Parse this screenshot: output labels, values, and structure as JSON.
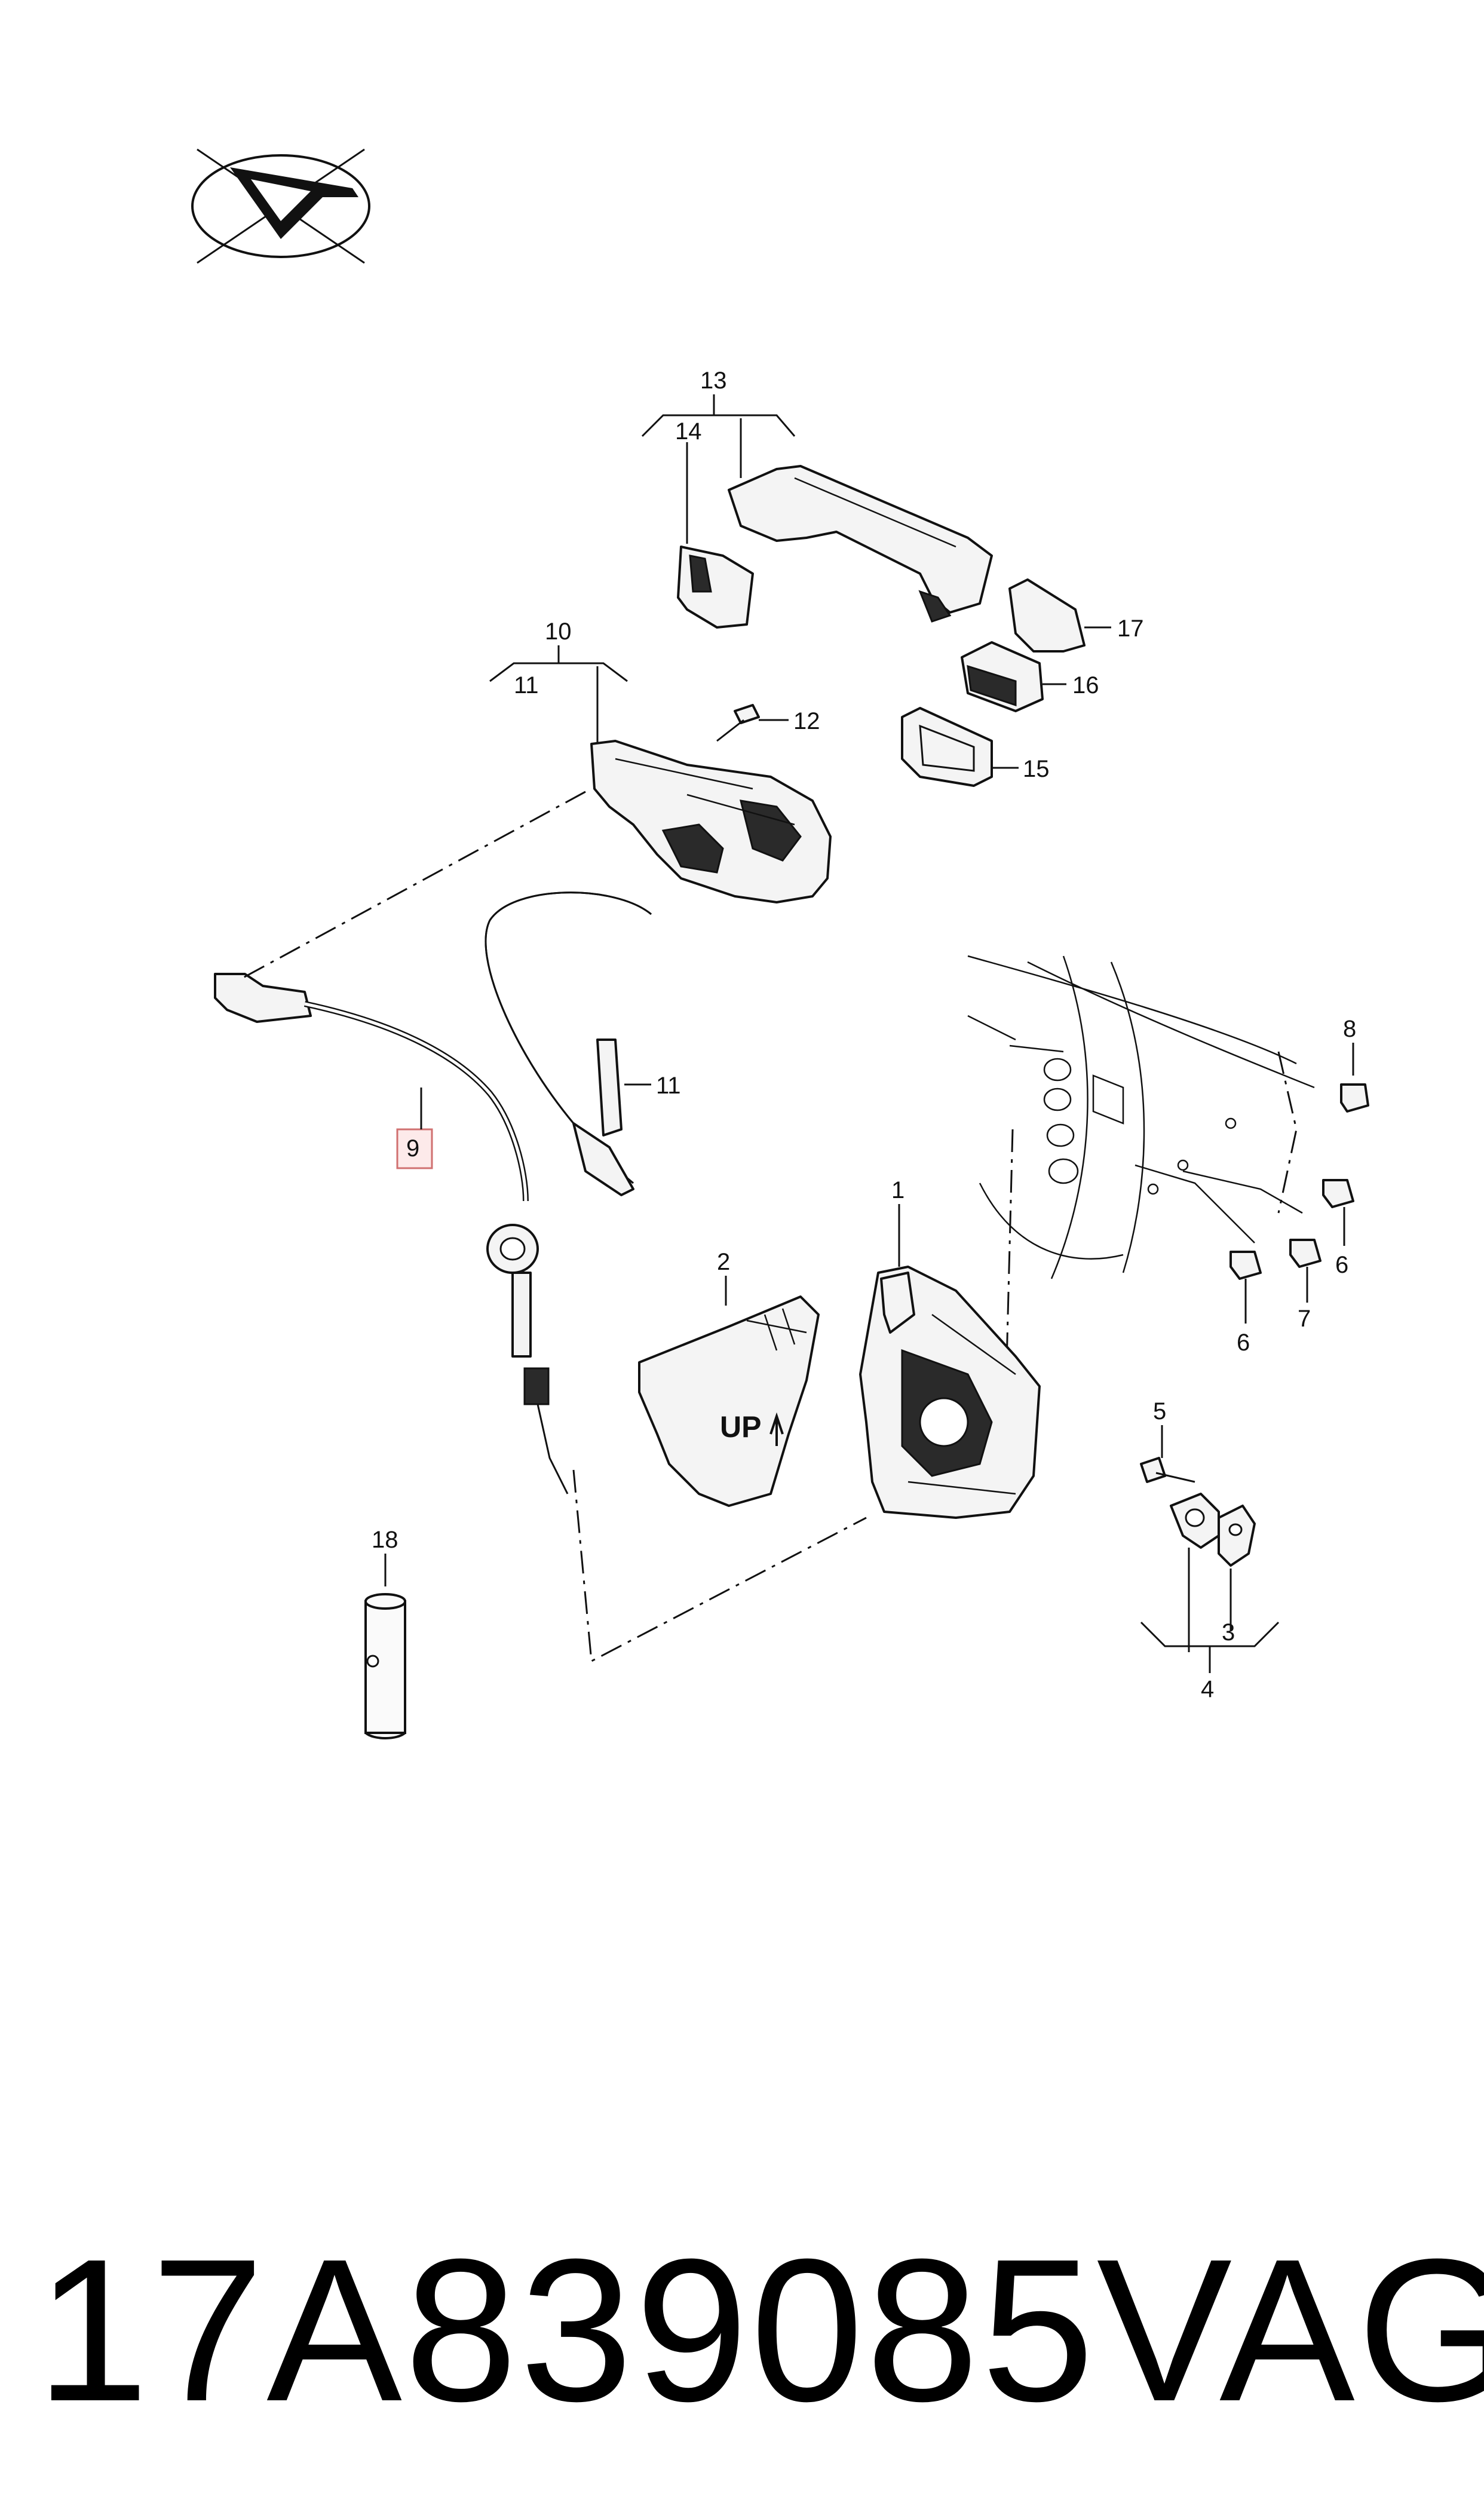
{
  "diagram": {
    "labels": {
      "p1": "1",
      "p2": "2",
      "p3": "3",
      "p4": "4",
      "p5": "5",
      "p6a": "6",
      "p6b": "6",
      "p7": "7",
      "p8": "8",
      "p9": "9",
      "p10": "10",
      "p11a": "11",
      "p11b": "11",
      "p12": "12",
      "p13": "13",
      "p14": "14",
      "p15": "15",
      "p16": "16",
      "p17": "17",
      "p18": "18"
    },
    "lock_cover_text": "UP"
  },
  "footer": {
    "part_number": "17A839085",
    "brand": "VAG"
  }
}
